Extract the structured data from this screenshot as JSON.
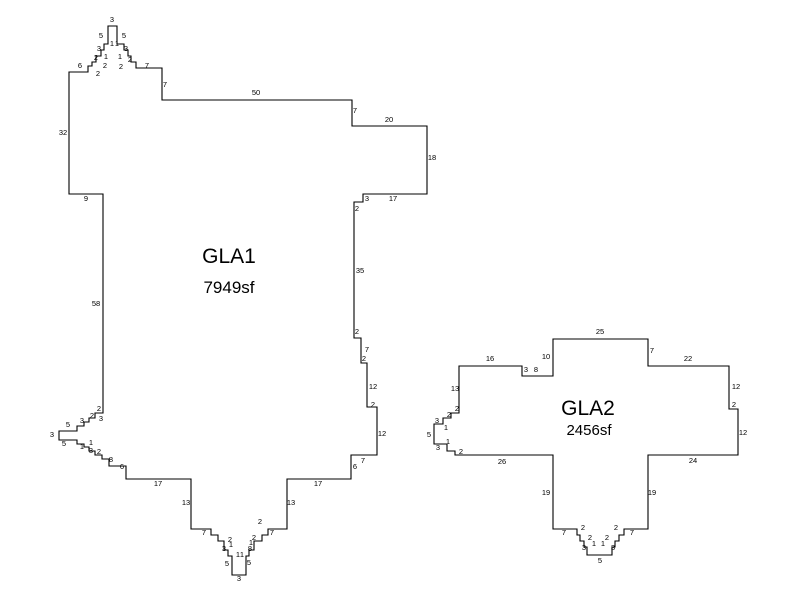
{
  "colors": {
    "background": "#ffffff",
    "line": "#000000",
    "text": "#000000"
  },
  "areas": [
    {
      "name": "GLA1",
      "size": "7949sf",
      "dimensions": [
        "3",
        "5",
        "5",
        "1",
        "1",
        "3",
        "3",
        "2",
        "1",
        "1",
        "2",
        "2",
        "2",
        "2",
        "6",
        "7",
        "7",
        "50",
        "7",
        "20",
        "18",
        "17",
        "3",
        "2",
        "35",
        "2",
        "7",
        "2",
        "12",
        "2",
        "12",
        "7",
        "6",
        "17",
        "13",
        "2",
        "7",
        "2",
        "1",
        "8",
        "5",
        "3",
        "1",
        "1",
        "3",
        "5",
        "2",
        "1",
        "7",
        "13",
        "17",
        "6",
        "8",
        "2",
        "3",
        "1",
        "1",
        "5",
        "3",
        "5",
        "3",
        "2",
        "2",
        "3",
        "58",
        "9",
        "32"
      ]
    },
    {
      "name": "GLA2",
      "size": "2456sf",
      "dimensions": [
        "25",
        "10",
        "7",
        "22",
        "16",
        "3",
        "8",
        "13",
        "12",
        "2",
        "12",
        "2",
        "2",
        "3",
        "5",
        "1",
        "1",
        "3",
        "2",
        "26",
        "24",
        "19",
        "19",
        "7",
        "7",
        "2",
        "2",
        "2",
        "2",
        "3",
        "3",
        "1",
        "1",
        "5"
      ]
    }
  ]
}
